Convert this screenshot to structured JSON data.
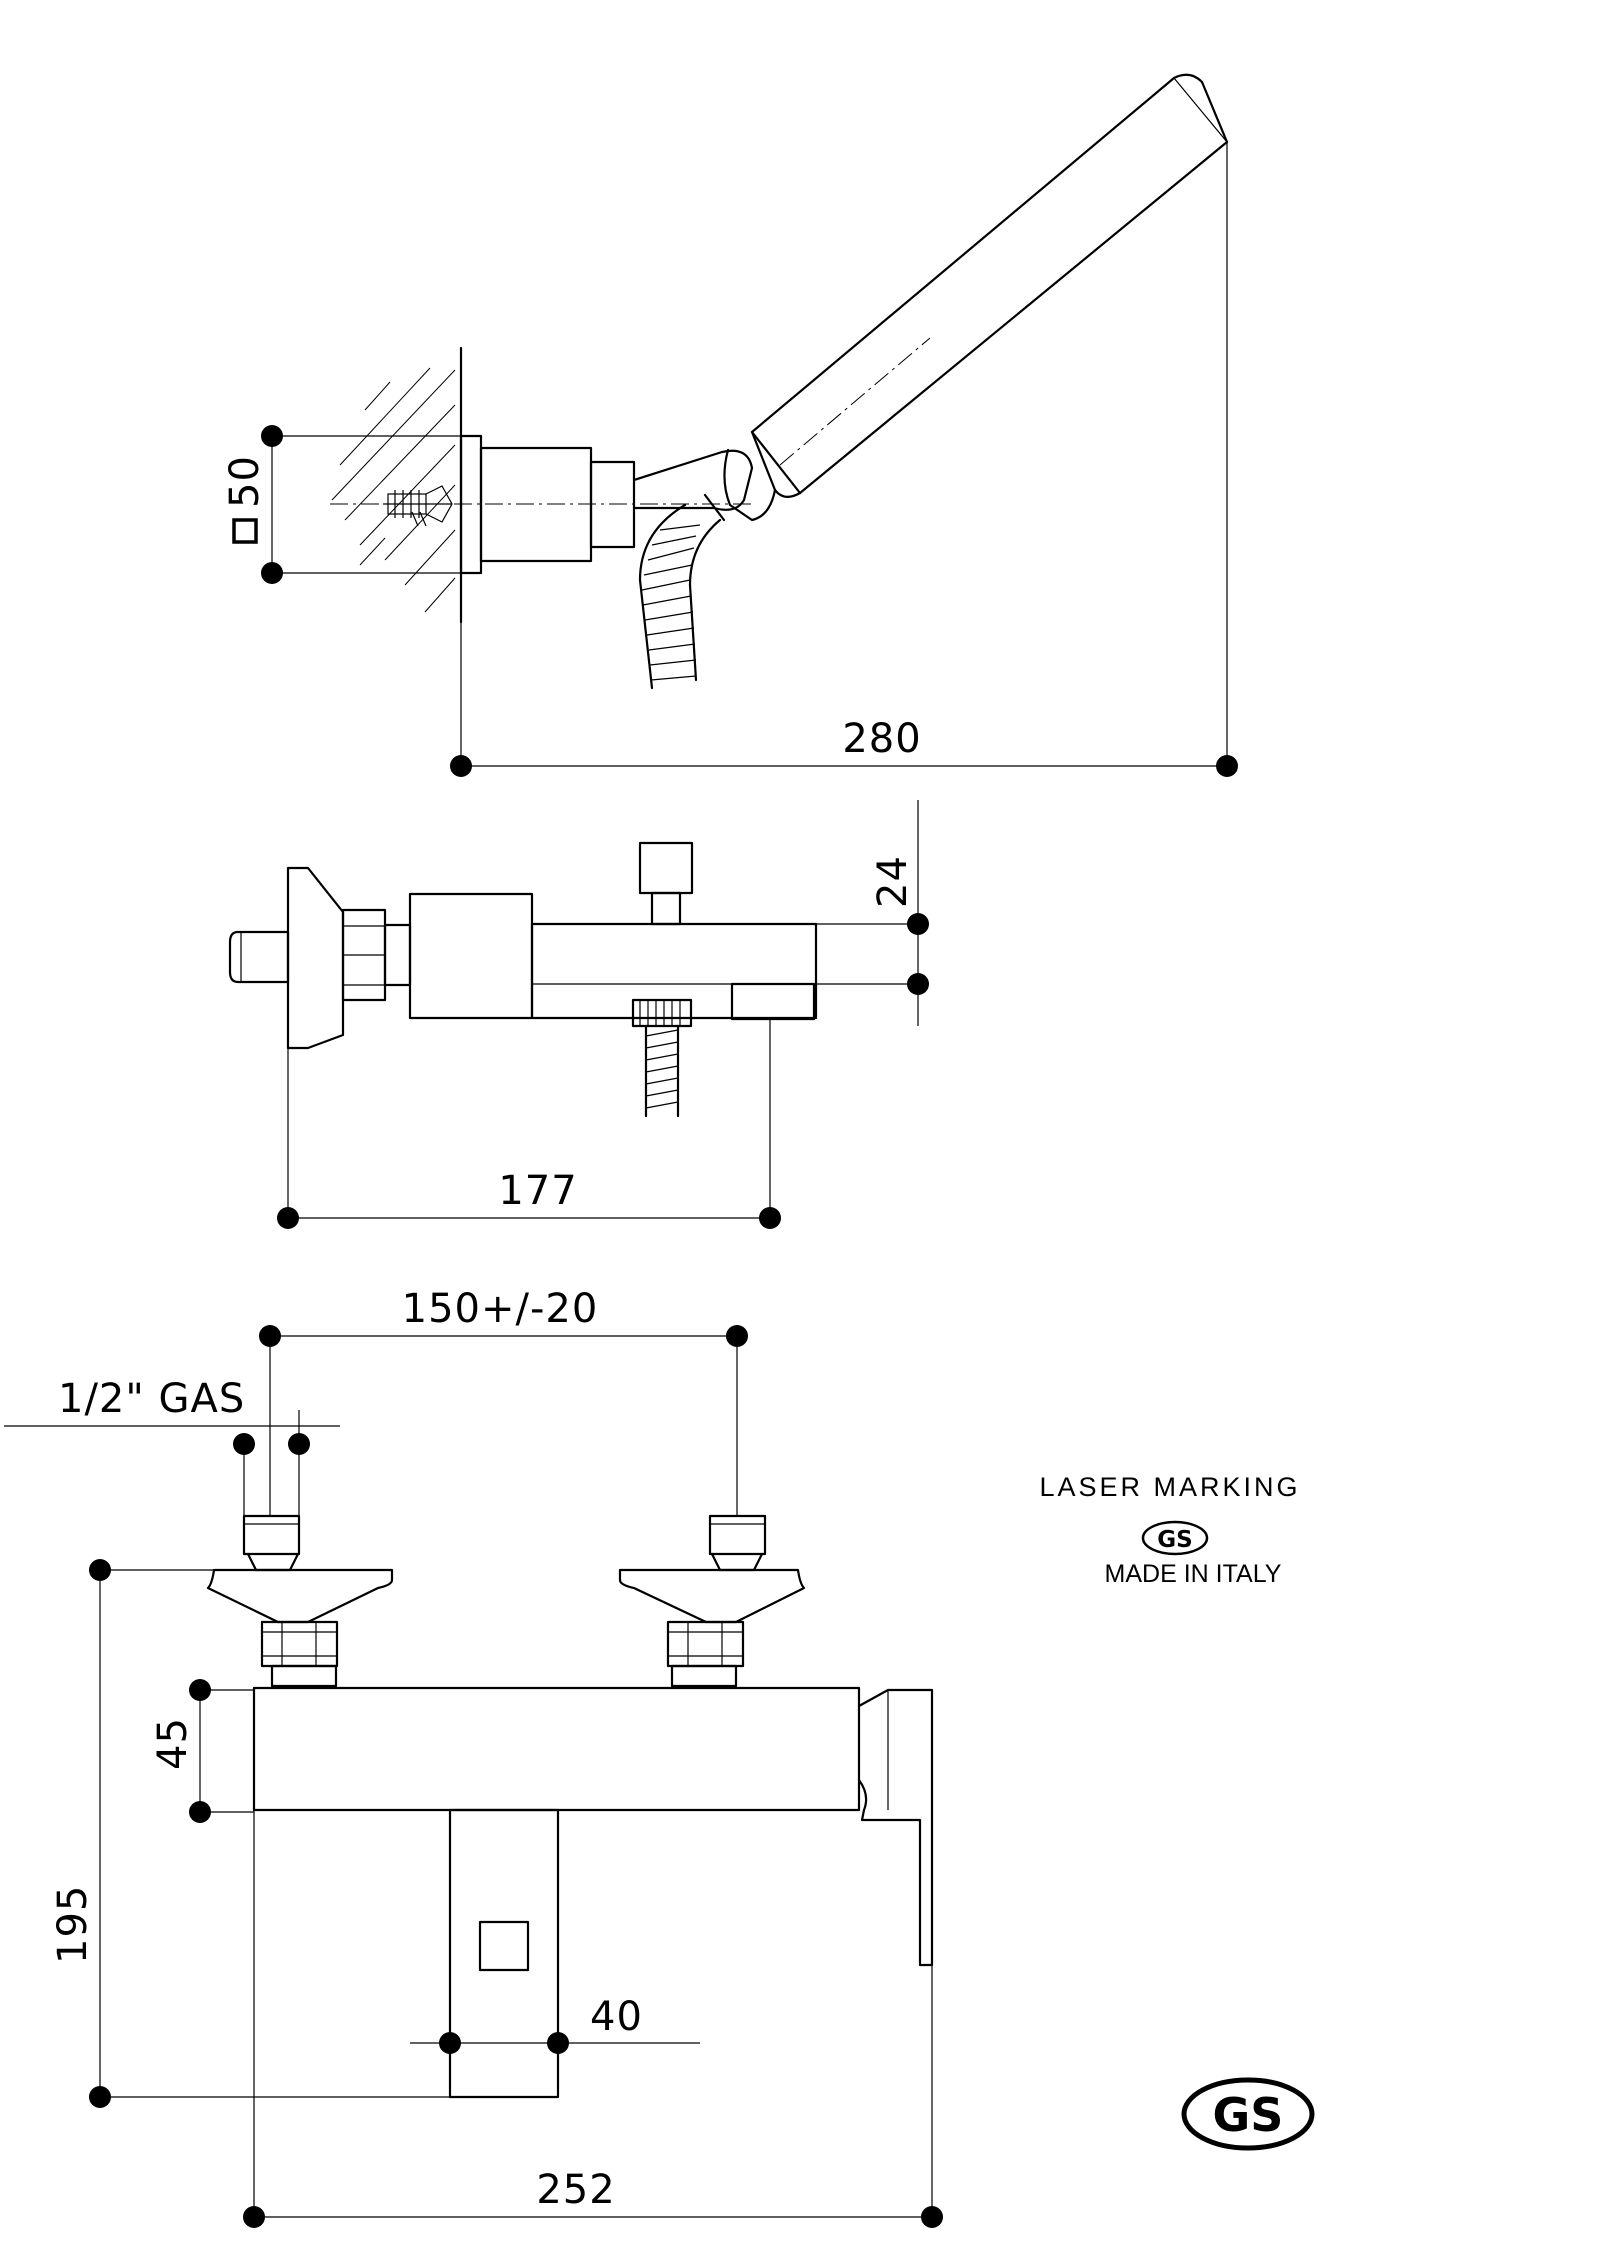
{
  "side_view": {
    "height_label": "50",
    "projection_label": "280"
  },
  "top_view": {
    "height_label": "24",
    "depth_label": "177"
  },
  "front_view": {
    "centers_label": "150+/-20",
    "connection_label": "1/2\" GAS",
    "body_height_label": "45",
    "total_height_label": "195",
    "spout_width_label": "40",
    "total_width_label": "252"
  },
  "marking": {
    "title": "LASER MARKING",
    "logo_text": "GS",
    "origin": "MADE IN ITALY"
  },
  "brand": {
    "logo_text": "GS"
  }
}
